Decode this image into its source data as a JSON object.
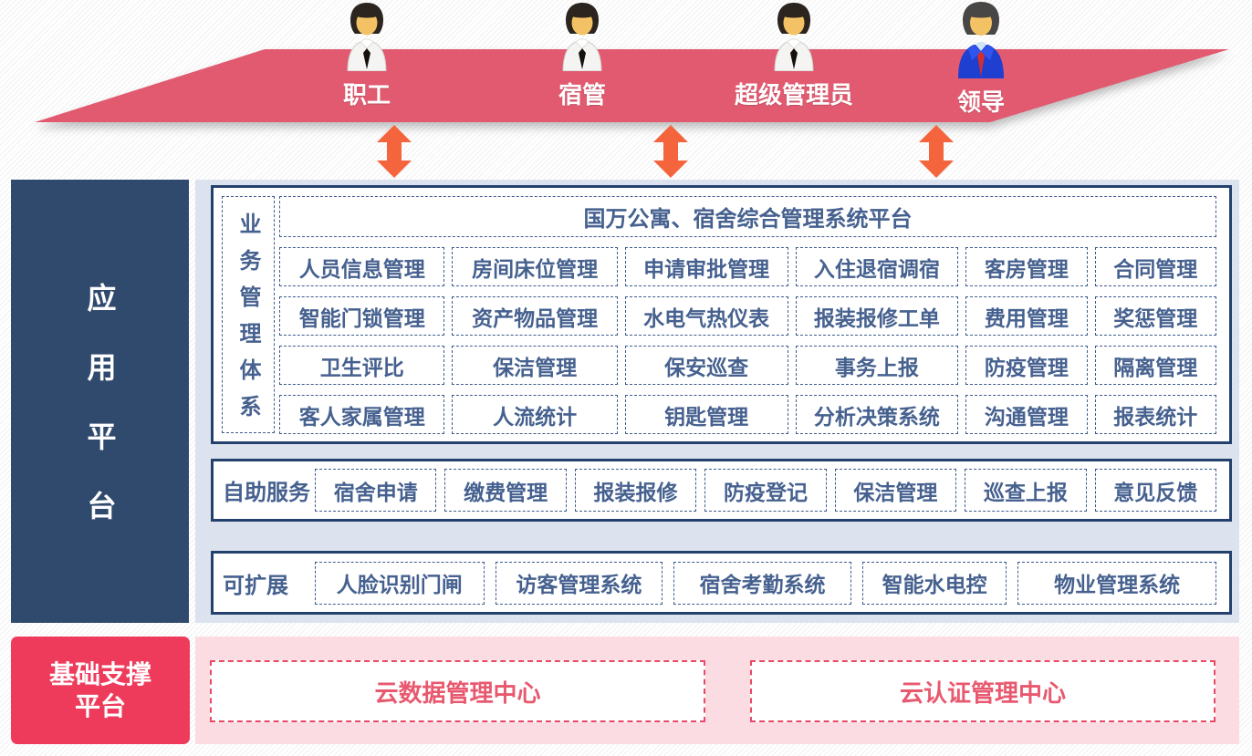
{
  "banner": {
    "roles": [
      {
        "label": "职工",
        "icon": "staff-avatar-icon"
      },
      {
        "label": "宿管",
        "icon": "staff-avatar-icon"
      },
      {
        "label": "超级管理员",
        "icon": "staff-avatar-icon"
      },
      {
        "label": "领导",
        "icon": "leader-avatar-icon"
      }
    ]
  },
  "app": {
    "sidebar_label": "应用平台",
    "business": {
      "side_label": "业务管理体系",
      "title": "国万公寓、宿舍综合管理系统平台",
      "rows": [
        [
          "人员信息管理",
          "房间床位管理",
          "申请审批管理",
          "入住退宿调宿",
          "客房管理",
          "合同管理"
        ],
        [
          "智能门锁管理",
          "资产物品管理",
          "水电气热仪表",
          "报装报修工单",
          "费用管理",
          "奖惩管理"
        ],
        [
          "卫生评比",
          "保洁管理",
          "保安巡查",
          "事务上报",
          "防疫管理",
          "隔离管理"
        ],
        [
          "客人家属管理",
          "人流统计",
          "钥匙管理",
          "分析决策系统",
          "沟通管理",
          "报表统计"
        ]
      ]
    },
    "self_service": {
      "label": "自助服务",
      "items": [
        "宿舍申请",
        "缴费管理",
        "报装报修",
        "防疫登记",
        "保洁管理",
        "巡查上报",
        "意见反馈"
      ]
    },
    "extensible": {
      "label": "可扩展",
      "items": [
        "人脸识别门闸",
        "访客管理系统",
        "宿舍考勤系统",
        "智能水电控",
        "物业管理系统"
      ]
    }
  },
  "base": {
    "sidebar_lines": [
      "基础支撑",
      "平台"
    ],
    "items": [
      "云数据管理中心",
      "云认证管理中心"
    ]
  },
  "colors": {
    "banner_pink": "#e15a70",
    "arrow_orange": "#f4653e",
    "sidebar_navy": "#304a6e",
    "panel_blue": "#dce3ee",
    "box_border_navy": "#24416e",
    "item_text_blue": "#46618f",
    "base_red": "#ee3b5b",
    "base_panel_pink": "#fbdce2",
    "base_text_red": "#e8596f"
  }
}
